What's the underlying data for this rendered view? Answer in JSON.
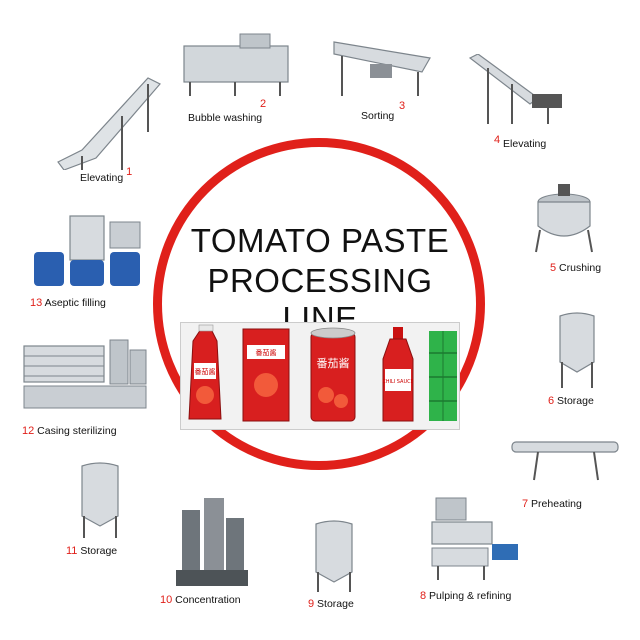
{
  "title": {
    "line1": "TOMATO PASTE",
    "line2": "PROCESSING LINE"
  },
  "steps": [
    {
      "num": "1",
      "label": "Elevating"
    },
    {
      "num": "2",
      "label": "Bubble washing"
    },
    {
      "num": "3",
      "label": "Sorting"
    },
    {
      "num": "4",
      "label": "Elevating"
    },
    {
      "num": "5",
      "label": "Crushing"
    },
    {
      "num": "6",
      "label": "Storage"
    },
    {
      "num": "7",
      "label": "Preheating"
    },
    {
      "num": "8",
      "label": "Pulping & refining"
    },
    {
      "num": "9",
      "label": "Storage"
    },
    {
      "num": "10",
      "label": "Concentration"
    },
    {
      "num": "11",
      "label": "Storage"
    },
    {
      "num": "12",
      "label": "Casing sterilizing"
    },
    {
      "num": "13",
      "label": "Aseptic filling"
    }
  ],
  "products": {
    "pouch_text": "番茄酱",
    "sachet_text": "番茄酱",
    "can_text": "番茄酱",
    "bottle_text": "CHILI SAUCE"
  },
  "colors": {
    "ring": "#e0201a",
    "accent": "#e0201a",
    "steel": "#c9ced3",
    "product_red": "#d81f1f",
    "drum_green": "#2fb34a"
  }
}
